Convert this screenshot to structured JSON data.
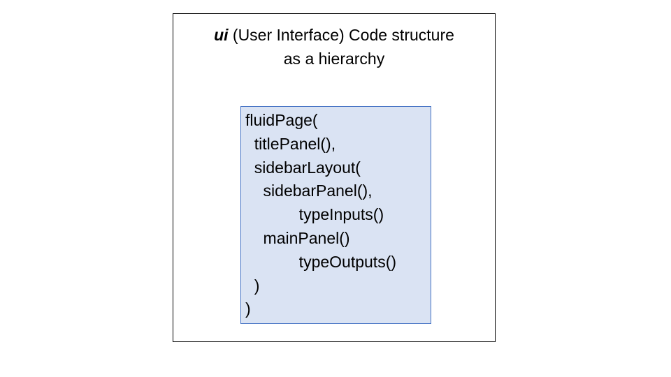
{
  "title": {
    "emphasis": "ui",
    "line1_rest": " (User Interface) Code structure",
    "line2": "as a hierarchy"
  },
  "code_lines": [
    "fluidPage(",
    "  titlePanel(),",
    "  sidebarLayout(",
    "    sidebarPanel(),",
    "            typeInputs()",
    "    mainPanel()",
    "            typeOutputs()",
    "  )",
    ")"
  ],
  "colors": {
    "code_box_fill": "#dae3f3",
    "code_box_border": "#4472c4"
  }
}
